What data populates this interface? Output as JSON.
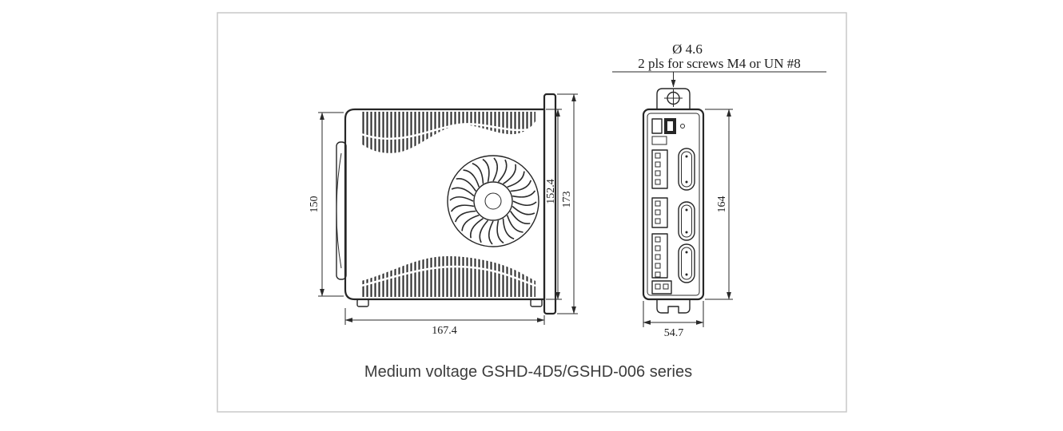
{
  "caption": "Medium voltage GSHD-4D5/GSHD-006 series",
  "annotation": {
    "diameter": "Ø 4.6",
    "note": "2 pls for screws M4 or UN #8"
  },
  "dimensions": {
    "side_inner_height": "150",
    "side_body_height": "152.4",
    "side_total_height": "173",
    "side_width": "167.4",
    "front_height": "164",
    "front_width": "54.7"
  },
  "colors": {
    "line": "#262626",
    "frame_border": "#c9c9c9",
    "caption_text": "#3c3c3c"
  }
}
